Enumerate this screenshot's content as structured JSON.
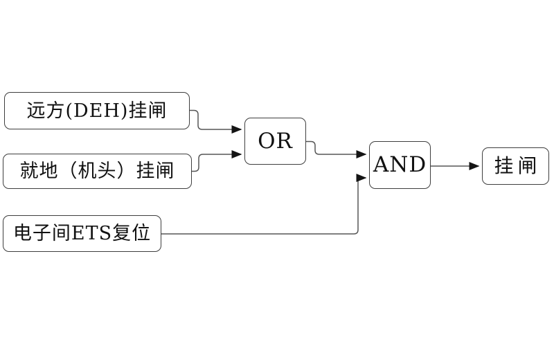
{
  "theme": {
    "background": "#ffffff",
    "box_border_color": "#3d3d3d",
    "connector_color": "#555555",
    "arrow_color": "#141414",
    "text_color": "#111111"
  },
  "diagram": {
    "type": "logic-flow",
    "nodes": {
      "input_remote": {
        "label": "远方(DEH)挂闸"
      },
      "input_local": {
        "label": "就地（机头）挂闸"
      },
      "input_ets_reset": {
        "label": "电子间ETS复位"
      },
      "gate_or": {
        "label": "OR"
      },
      "gate_and": {
        "label": "AND"
      },
      "output": {
        "label": "挂闸"
      }
    },
    "connections": [
      {
        "from": "input_remote",
        "to": "gate_or"
      },
      {
        "from": "input_local",
        "to": "gate_or"
      },
      {
        "from": "gate_or",
        "to": "gate_and"
      },
      {
        "from": "input_ets_reset",
        "to": "gate_and"
      },
      {
        "from": "gate_and",
        "to": "output"
      }
    ]
  }
}
